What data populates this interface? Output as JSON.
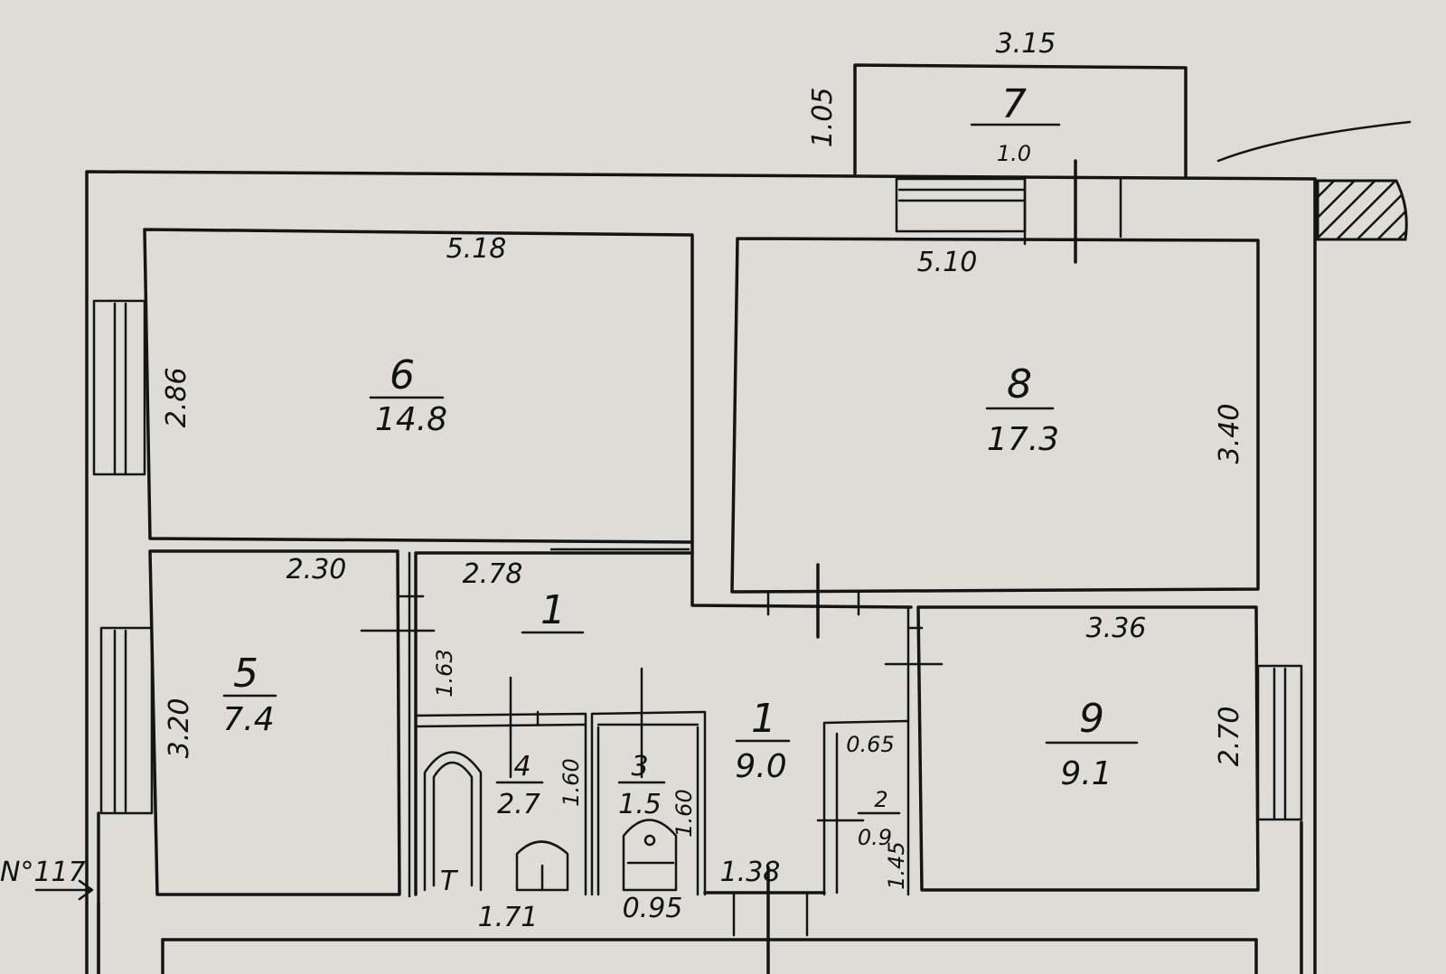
{
  "plan": {
    "rooms": [
      {
        "id": "6",
        "area": "14.8"
      },
      {
        "id": "8",
        "area": "17.3"
      },
      {
        "id": "7",
        "area": "1.0"
      },
      {
        "id": "5",
        "area": "7.4"
      },
      {
        "id": "1",
        "area": "9.0"
      },
      {
        "id": "4",
        "area": "2.7"
      },
      {
        "id": "3",
        "area": "1.5"
      },
      {
        "id": "2",
        "area": "0.9"
      },
      {
        "id": "9",
        "area": "9.1"
      }
    ],
    "corridor_label": "1",
    "dimensions": {
      "balcony_width": "3.15",
      "balcony_depth": "1.05",
      "room6_width": "5.18",
      "room6_depth": "2.86",
      "room8_width": "5.10",
      "room8_depth": "3.40",
      "room5_width": "2.30",
      "room5_depth": "3.20",
      "hall_width": "2.78",
      "hall_depth": "1.63",
      "room9_width": "3.36",
      "room9_depth": "2.70",
      "bath_width": "1.71",
      "bath_depth": "1.60",
      "wc_width": "0.95",
      "wc_depth": "1.60",
      "corridor_width": "1.38",
      "closet_width": "0.65",
      "closet_depth": "1.45"
    },
    "entrance_mark": "N°117",
    "bath_fixture_mark": "T"
  },
  "colors": {
    "paper": "#dddcd6",
    "ink": "#141414",
    "hatch": "#141414"
  }
}
